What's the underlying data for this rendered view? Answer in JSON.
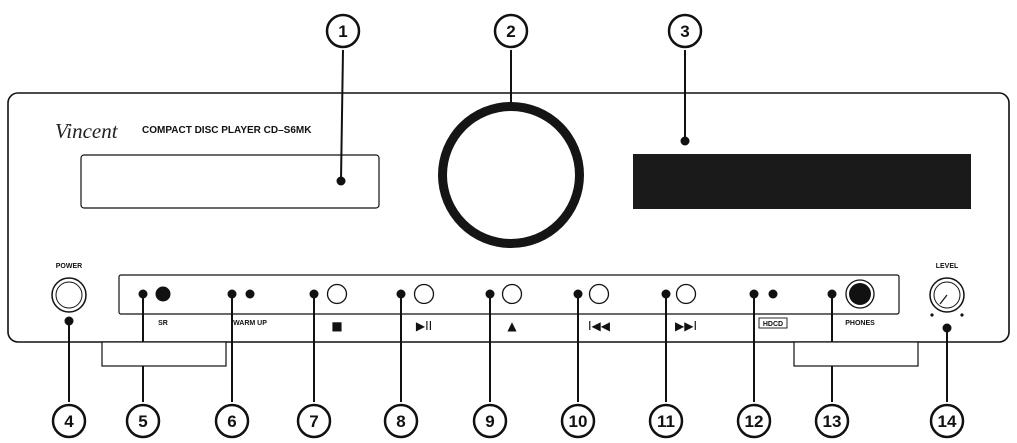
{
  "panel": {
    "brand": "Vincent",
    "model": "COMPACT DISC PLAYER CD–S6MK"
  },
  "labels": {
    "power": "POWER",
    "level": "LEVEL",
    "sr": "SR",
    "warm_up": "WARM UP",
    "hdcd": "HDCD",
    "phones": "PHONES"
  },
  "buttons": {
    "stop_symbol": "■",
    "play_pause_symbol": "▶II",
    "eject_symbol": "▲",
    "prev_symbol": "I◀◀",
    "next_symbol": "▶▶I"
  },
  "callouts": [
    "1",
    "2",
    "3",
    "4",
    "5",
    "6",
    "7",
    "8",
    "9",
    "10",
    "11",
    "12",
    "13",
    "14"
  ],
  "colors": {
    "ink": "#111111",
    "display": "#1a1a1a",
    "background": "#ffffff"
  }
}
